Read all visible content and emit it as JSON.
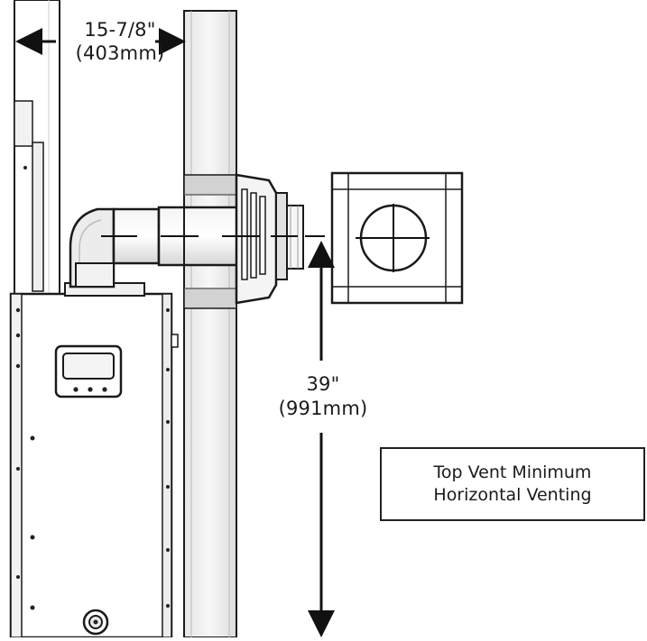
{
  "dimensions": {
    "horizontal_clearance": {
      "imperial": "15-7/8\"",
      "metric": "(403mm)"
    },
    "vertical_height": {
      "imperial": "39\"",
      "metric": "(991mm)"
    }
  },
  "caption": {
    "line1": "Top Vent Minimum",
    "line2": "Horizontal Venting"
  },
  "colors": {
    "line": "#1a1a1a",
    "panel": "#ffffff",
    "shade_light": "#ececec",
    "shade_mid": "#d4d4d4",
    "shade_dark": "#a8a8a8"
  }
}
